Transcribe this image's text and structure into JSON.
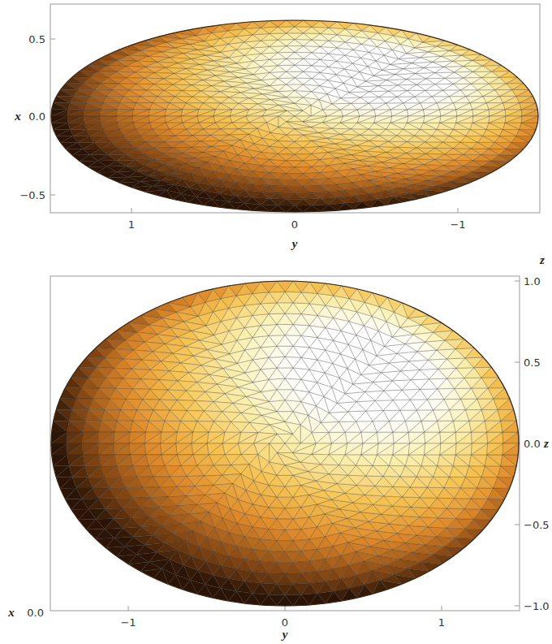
{
  "diagram": {
    "labels": [
      "0.5",
      "x",
      "0.0",
      "−0.5",
      "1",
      "0",
      "−1",
      "y",
      "z",
      "1.0",
      "0.5",
      "0.0",
      "z",
      "−0.5",
      "−1.0",
      "x",
      "0.0",
      "−1",
      "0",
      "1",
      "y"
    ]
  }
}
